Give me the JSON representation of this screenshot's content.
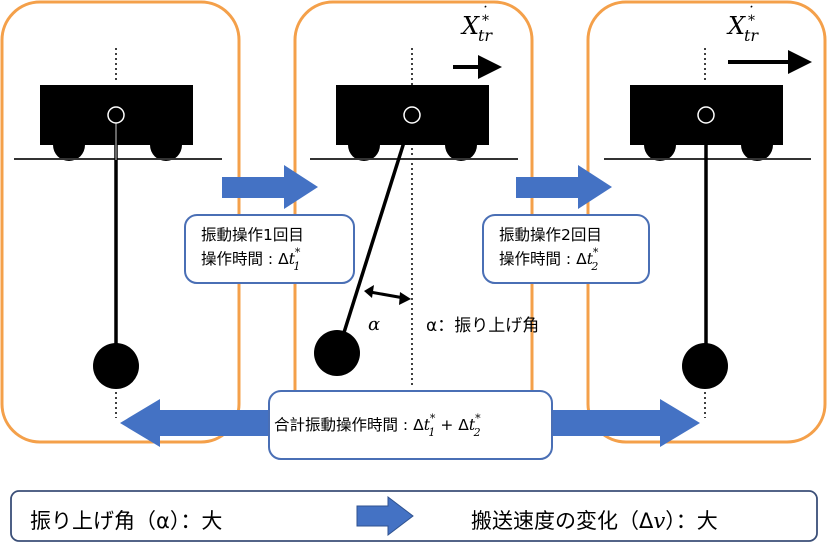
{
  "colors": {
    "panel_border": "#F4A04A",
    "arrow_blue": "#4472C4",
    "box_border": "#4A6FB5",
    "ink": "#000000"
  },
  "panels": [
    {
      "name": "initial-state",
      "velocity_label": null
    },
    {
      "name": "after-first-operation",
      "velocity_label": {
        "main": "X",
        "dot": "˙",
        "sup": "*",
        "sub": "tr"
      }
    },
    {
      "name": "after-second-operation",
      "velocity_label": {
        "main": "X",
        "dot": "˙",
        "sup": "*",
        "sub": "tr"
      }
    }
  ],
  "operation_boxes": [
    {
      "line1": "振動操作1回目",
      "line2_prefix": "操作時間 : ",
      "delta": "Δ",
      "var": "t",
      "sup": "*",
      "sub": "1"
    },
    {
      "line1": "振動操作2回目",
      "line2_prefix": "操作時間 : ",
      "delta": "Δ",
      "var": "t",
      "sup": "*",
      "sub": "2"
    }
  ],
  "swing_angle": {
    "symbol": "α",
    "legend_symbol": "α",
    "legend_text": "：振り上げ角"
  },
  "total_box": {
    "prefix": "合計振動操作時間 : ",
    "term1": {
      "delta": "Δ",
      "var": "t",
      "sup": "*",
      "sub": "1"
    },
    "plus": " + ",
    "term2": {
      "delta": "Δ",
      "var": "t",
      "sup": "*",
      "sub": "2"
    }
  },
  "summary": {
    "left": "振り上げ角（α）：大",
    "right_prefix": "搬送速度の変化（Δ",
    "right_var": "v",
    "right_suffix": "）：大"
  }
}
